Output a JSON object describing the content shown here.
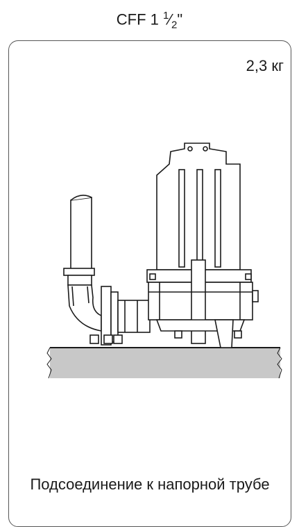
{
  "header": {
    "model": "CFF 1 ",
    "frac_num": "1",
    "frac_den": "2",
    "inch_mark": "\""
  },
  "weight": "2,3 кг",
  "caption": "Подсоединение к напорной трубе",
  "colors": {
    "line": "#1a1a1a",
    "floor": "#c8c8c8",
    "frame": "#555555"
  }
}
